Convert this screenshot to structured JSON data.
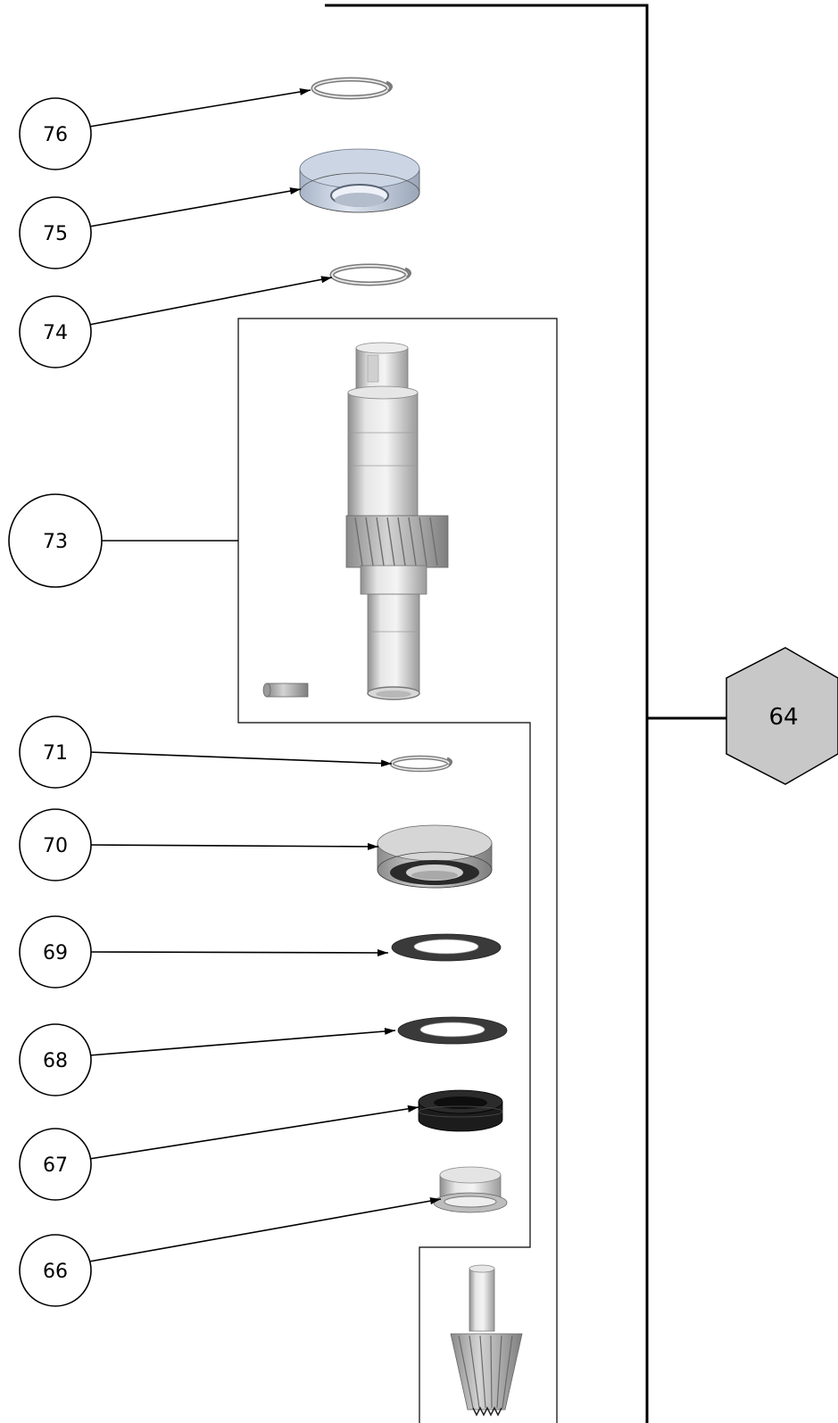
{
  "assembly": {
    "label": "64"
  },
  "callouts": [
    {
      "id": "c76",
      "label": "76",
      "part": "retaining-ring"
    },
    {
      "id": "c75",
      "label": "75",
      "part": "ball-bearing"
    },
    {
      "id": "c74",
      "label": "74",
      "part": "retaining-ring"
    },
    {
      "id": "c73",
      "label": "73",
      "part": "helical-gear-shaft-with-pin"
    },
    {
      "id": "c71",
      "label": "71",
      "part": "retaining-ring"
    },
    {
      "id": "c70",
      "label": "70",
      "part": "ball-bearing"
    },
    {
      "id": "c69",
      "label": "69",
      "part": "thrust-washer"
    },
    {
      "id": "c68",
      "label": "68",
      "part": "thrust-washer"
    },
    {
      "id": "c67",
      "label": "67",
      "part": "rubber-seal"
    },
    {
      "id": "c66",
      "label": "66",
      "part": "flanged-bushing"
    }
  ],
  "colors": {
    "line": "#000000",
    "hex_fill": "#c8c8c8",
    "metal_light": "#e8e8e8",
    "metal_mid": "#b4b4b4",
    "metal_dark": "#7a7a7a",
    "bearing_blue": "#c7d3e6",
    "rubber": "#1c1c1c"
  }
}
